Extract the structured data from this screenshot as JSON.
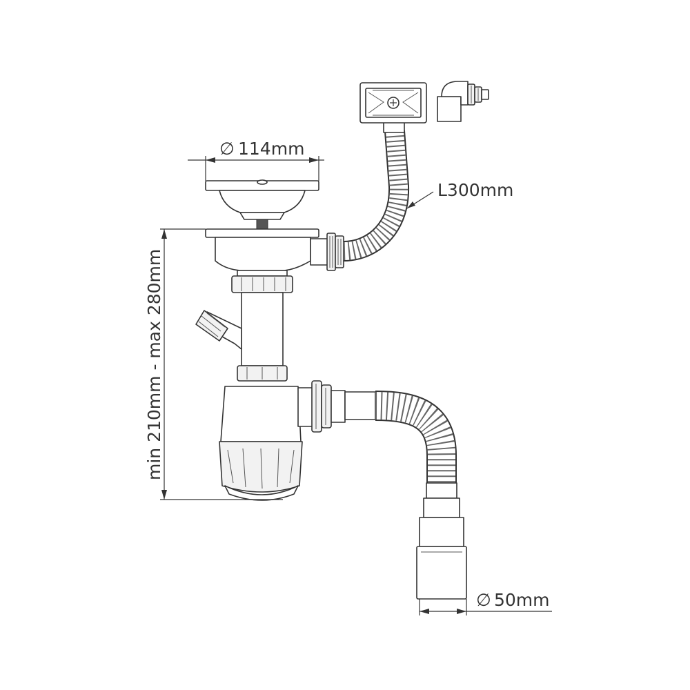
{
  "labels": {
    "strainer_diameter": "114mm",
    "hose_length": "L300mm",
    "height_range": "min 210mm - max 280mm",
    "outlet_diameter": "50mm"
  },
  "symbols": {
    "diameter": "∅"
  },
  "icons": {
    "overflow": "overflow-grille-icon",
    "elbow": "elbow-connector-icon"
  },
  "colors": {
    "line": "#333333",
    "fill": "#ffffff"
  }
}
